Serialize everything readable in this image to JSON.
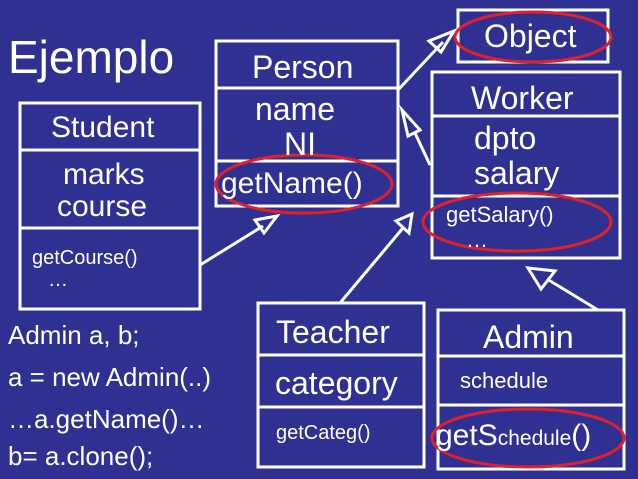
{
  "slide": {
    "title": "Ejemplo"
  },
  "classes": {
    "object": {
      "name": "Object"
    },
    "person": {
      "name": "Person",
      "attr1": "name",
      "attr2": "NI",
      "method1": "getName()"
    },
    "worker": {
      "name": "Worker",
      "attr1": "dpto",
      "attr2": "salary",
      "method1": "getSalary()",
      "ellipsis": "…"
    },
    "student": {
      "name": "Student",
      "attr1": "marks",
      "attr2": "course",
      "method1": "getCourse()",
      "ellipsis": "…"
    },
    "teacher": {
      "name": "Teacher",
      "attr1": "category",
      "method1": "getCateg()"
    },
    "admin": {
      "name": "Admin",
      "attr1": "schedule",
      "method_prefix": "getS",
      "method_mid": "chedule",
      "method_suffix": "()"
    }
  },
  "code": {
    "line1": "Admin a, b;",
    "line2": "a = new Admin(..)",
    "line3": "…a.getName()…",
    "line4": "b= a.clone();"
  },
  "colors": {
    "background": "#2e3192",
    "line": "#ffffff",
    "highlight": "#e3202a"
  }
}
